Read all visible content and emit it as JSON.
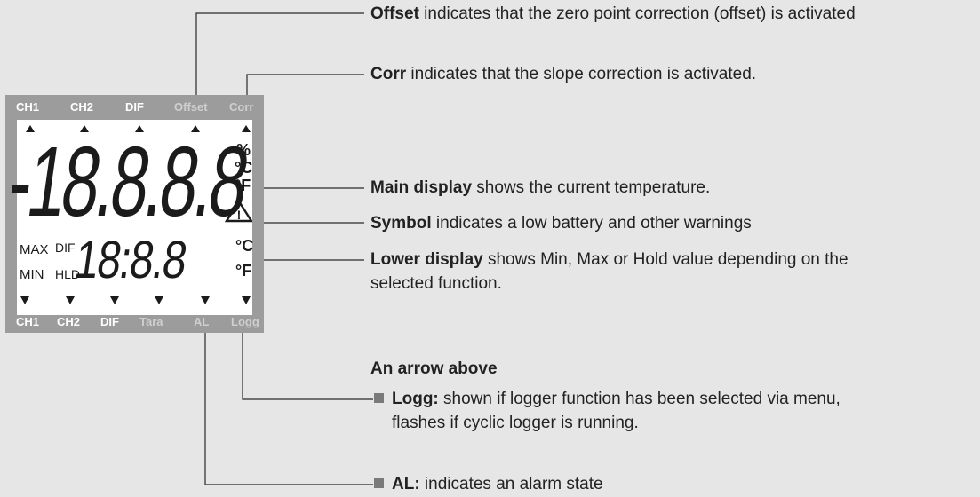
{
  "lcd": {
    "top_labels": [
      "CH1",
      "CH2",
      "DIF",
      "Offset",
      "Corr"
    ],
    "bottom_labels": [
      "CH1",
      "CH2",
      "DIF",
      "Tara",
      "AL",
      "Logg"
    ],
    "main_digits": "-18.8.8.8",
    "main_units": [
      "%",
      "°C",
      "°F"
    ],
    "lower_digits": "18:8.8",
    "lower_units": [
      "°C",
      "°F"
    ],
    "mode_labels": {
      "max": "MAX",
      "dif": "DIF",
      "min": "MIN",
      "hld": "HLD"
    },
    "warning_symbol": "!"
  },
  "annotations": {
    "offset": {
      "term": "Offset",
      "text": " indicates that the zero point correction (offset) is activated"
    },
    "corr": {
      "term": "Corr",
      "text": " indicates that the slope correction is activated."
    },
    "main": {
      "term": "Main display",
      "text": " shows the current temperature."
    },
    "symbol": {
      "term": "Symbol",
      "text": " indicates a low battery and other warnings"
    },
    "lower": {
      "term": "Lower display",
      "text": " shows Min, Max or Hold value depending on the",
      "text2": "selected function."
    },
    "arrow_heading": "An arrow above",
    "logg": {
      "term": "Logg:",
      "text": " shown if logger function has been selected via menu,",
      "text2": "flashes if cyclic logger is running."
    },
    "al": {
      "term": "AL:",
      "text": " indicates an alarm state"
    }
  }
}
